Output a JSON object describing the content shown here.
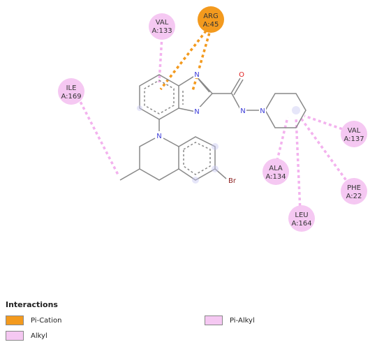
{
  "colors": {
    "pi_cation": "#f39a1e",
    "alkyl": "#f5c8f2",
    "pi_alkyl": "#f5c8f2",
    "alkyl_line": "#f3b2ee",
    "bond": "#888888",
    "nitrogen": "#3a3ad8",
    "oxygen": "#e02020",
    "bromine": "#8a1d1d"
  },
  "residues": {
    "val133": {
      "name": "VAL",
      "id": "A:133",
      "type": "alkyl"
    },
    "arg45": {
      "name": "ARG",
      "id": "A:45",
      "type": "pi_cation"
    },
    "ile169": {
      "name": "ILE",
      "id": "A:169",
      "type": "alkyl"
    },
    "val137": {
      "name": "VAL",
      "id": "A:137",
      "type": "alkyl"
    },
    "ala134": {
      "name": "ALA",
      "id": "A:134",
      "type": "alkyl"
    },
    "phe22": {
      "name": "PHE",
      "id": "A:22",
      "type": "alkyl"
    },
    "leu164": {
      "name": "LEU",
      "id": "A:164",
      "type": "alkyl"
    }
  },
  "atoms": {
    "n_imid_top": "N",
    "n_imid_bottom": "N",
    "o_carbonyl": "O",
    "n_amide": "N",
    "n_piperidine": "N",
    "n_quinoline": "N",
    "br": "Br"
  },
  "legend": {
    "title": "Interactions",
    "items": [
      {
        "label": "Pi-Cation",
        "color_key": "pi_cation"
      },
      {
        "label": "Alkyl",
        "color_key": "alkyl"
      },
      {
        "label": "Pi-Alkyl",
        "color_key": "pi_alkyl"
      }
    ]
  }
}
